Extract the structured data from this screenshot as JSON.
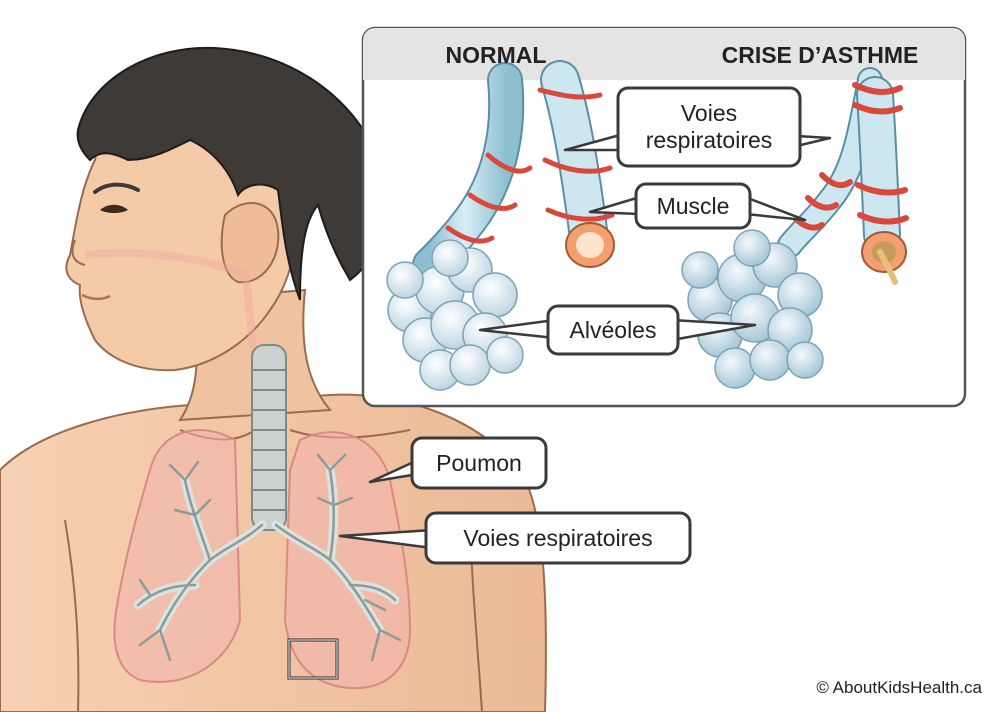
{
  "inset": {
    "header_normal": "NORMAL",
    "header_asthma": "CRISE D’ASTHME"
  },
  "labels": {
    "airways_inset_line1": "Voies",
    "airways_inset_line2": "respiratoires",
    "muscle": "Muscle",
    "alveoli": "Alvéoles",
    "lung": "Poumon",
    "airways_body": "Voies respiratoires"
  },
  "copyright": "© AboutKidsHealth.ca",
  "colors": {
    "skin": "#f3c9a6",
    "hair": "#3e3a37",
    "lung": "#f2b3ad",
    "airway": "#b9dbe6",
    "muscle_band": "#d9483b",
    "alveoli": "#dcebf2",
    "callout_border": "#3a3a3a"
  }
}
